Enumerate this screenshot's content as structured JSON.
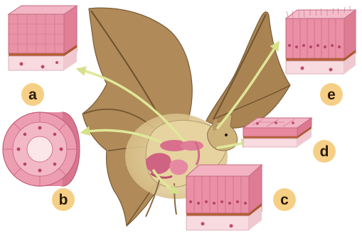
{
  "labels": {
    "a": "a",
    "b": "b",
    "c": "c",
    "d": "d",
    "e": "e"
  },
  "colors": {
    "badge": "#f6cf86",
    "arrow": "#dfe89a",
    "tissue_pink": "#e8889a",
    "tissue_light": "#f5c6cf",
    "membrane": "#c98a5a",
    "bat_wing": "#b58d5c",
    "bat_body": "#e9d9a8",
    "organ": "#d36b88"
  }
}
